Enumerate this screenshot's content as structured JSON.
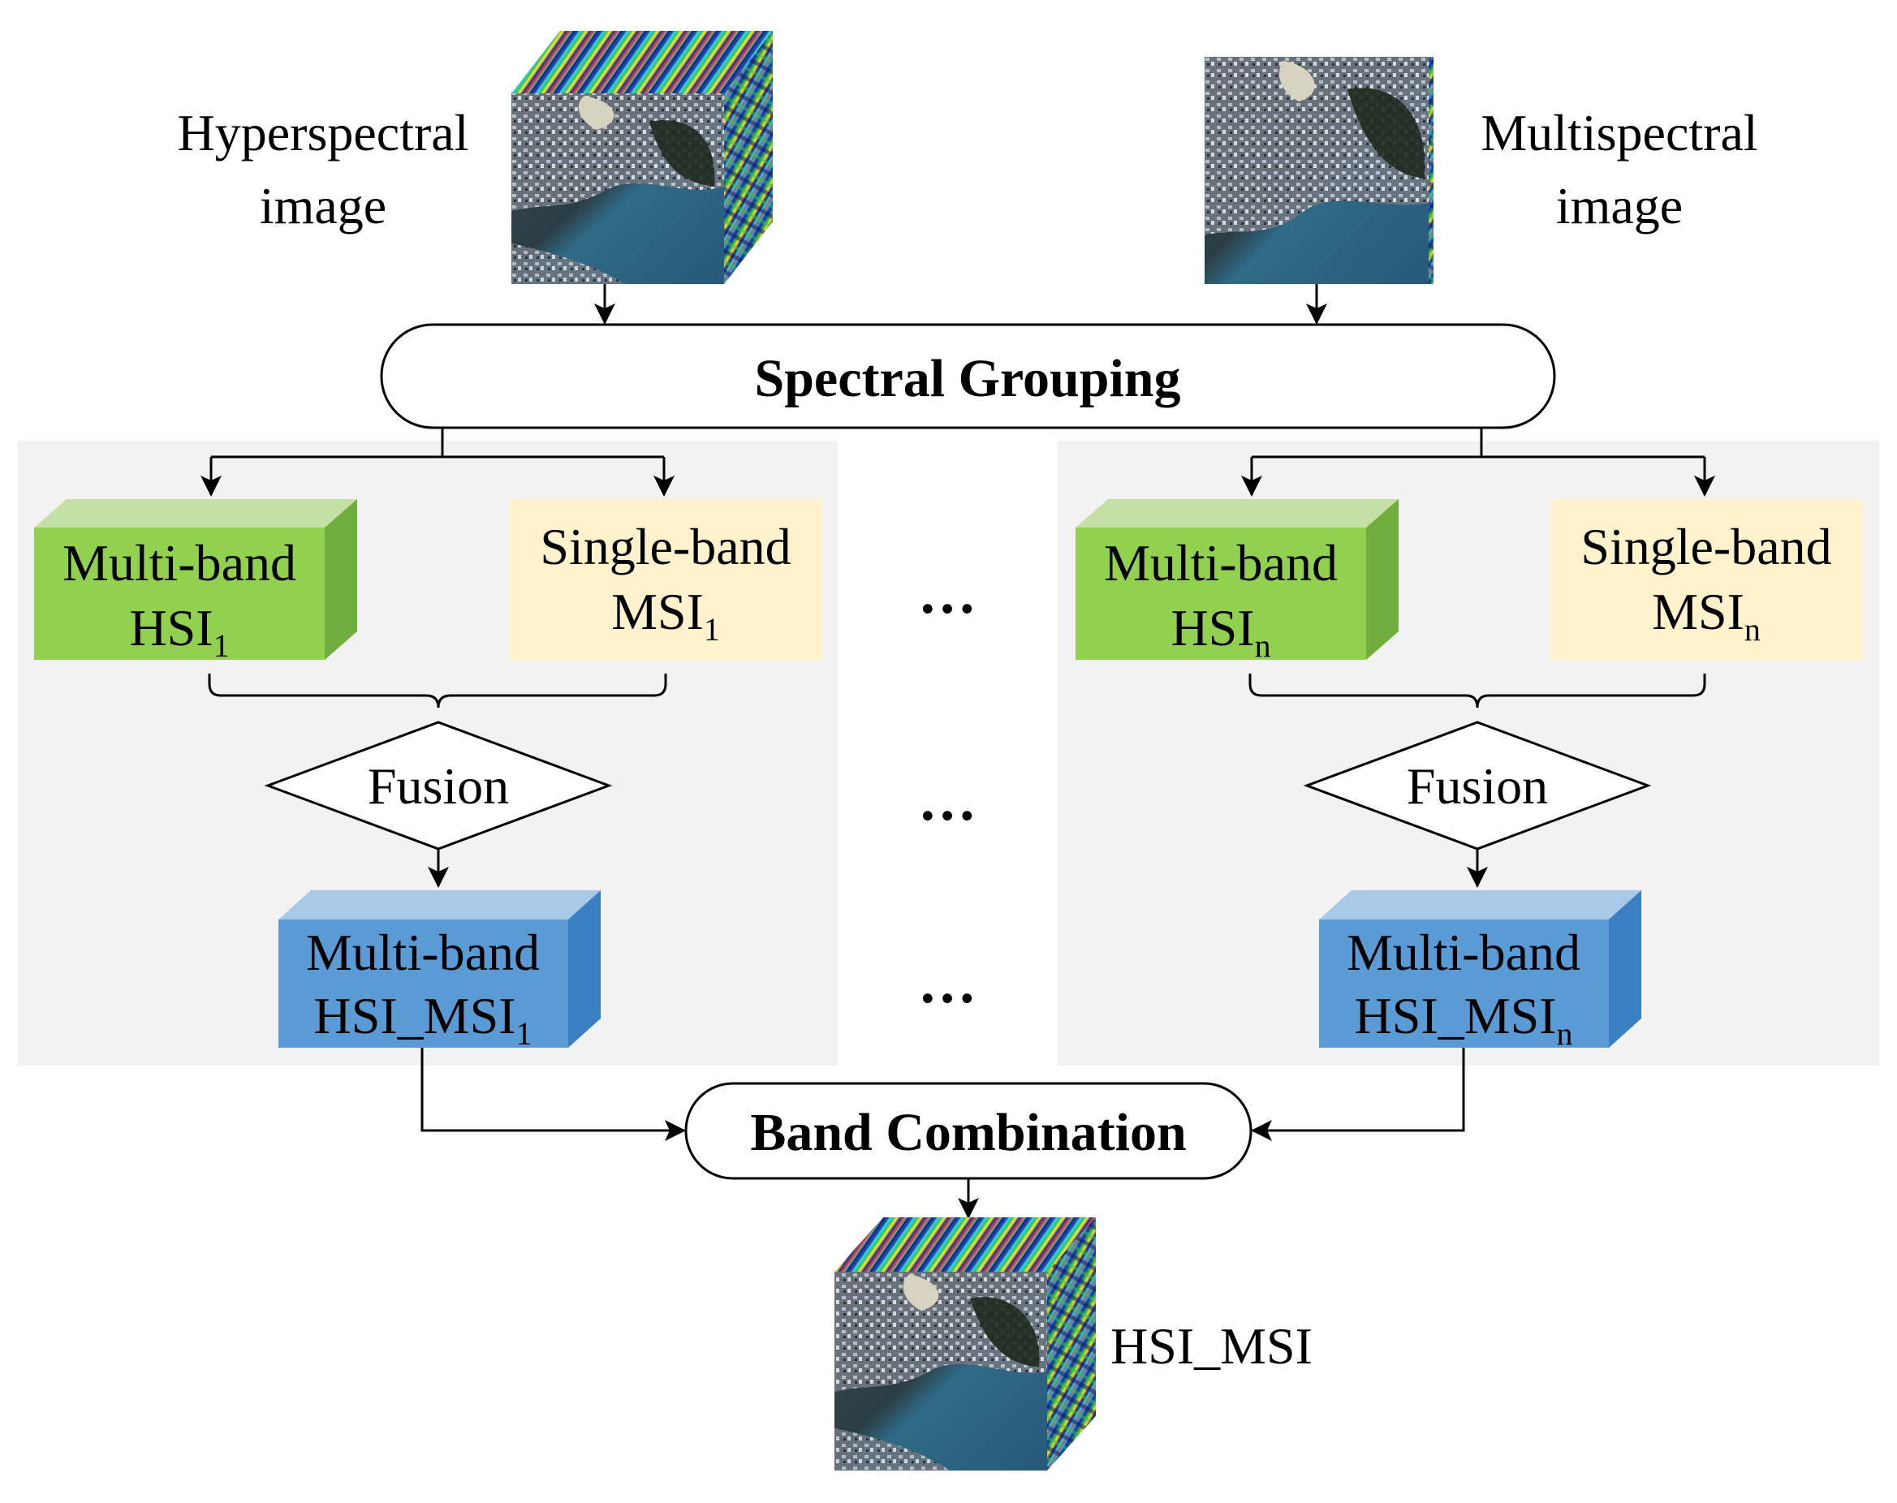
{
  "inputs": {
    "hsi_label_line1": "Hyperspectral",
    "hsi_label_line2": "image",
    "msi_label_line1": "Multispectral",
    "msi_label_line2": "image"
  },
  "steps": {
    "grouping": "Spectral Grouping",
    "combination": "Band Combination"
  },
  "groups": [
    {
      "hsi_line1": "Multi-band",
      "hsi_line2": "HSI",
      "hsi_sub": "1",
      "msi_line1": "Single-band",
      "msi_line2": "MSI",
      "msi_sub": "1",
      "fusion": "Fusion",
      "out_line1": "Multi-band",
      "out_line2": "HSI_MSI",
      "out_sub": "1"
    },
    {
      "hsi_line1": "Multi-band",
      "hsi_line2": "HSI",
      "hsi_sub": "n",
      "msi_line1": "Single-band",
      "msi_line2": "MSI",
      "msi_sub": "n",
      "fusion": "Fusion",
      "out_line1": "Multi-band",
      "out_line2": "HSI_MSI",
      "out_sub": "n"
    }
  ],
  "ellipsis": "…",
  "output": {
    "label": "HSI_MSI"
  },
  "colors": {
    "panel": "#f2f2f2",
    "green_front": "#92d050",
    "green_top": "#c5e0a4",
    "green_side": "#6fae3c",
    "yellow": "#fff2cc",
    "blue_front": "#5b9bd5",
    "blue_top": "#a9c9e8",
    "blue_side": "#3a7fc1"
  }
}
